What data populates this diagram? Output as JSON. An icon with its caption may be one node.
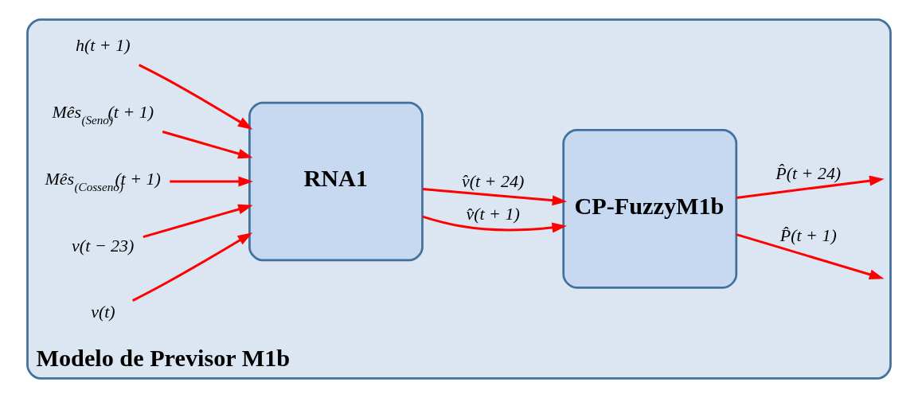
{
  "diagram": {
    "nodes": [
      {
        "text": [
          "Modelo de Previsor M1b"
        ]
      },
      {
        "text": [
          "h(t + 1)"
        ],
        "in": 0
      },
      {
        "text": [
          "Mês$_{(Seno)}$(t + 1)"
        ],
        "in": 0
      },
      {
        "text": [
          "Mês$_{(Cosseno)}$(t + 1)"
        ],
        "in": 0
      },
      {
        "text": [
          "v(t − 23)"
        ],
        "in": 0
      },
      {
        "text": [
          "v(t)"
        ],
        "in": 0
      },
      {
        "text": [
          "RNA1"
        ],
        "in": 0
      },
      {
        "text": [
          "CP-FuzzyM1b"
        ],
        "in": 0
      }
    ],
    "edges": [
      {
        "from": 1,
        "to": 6,
        "arrow": "to"
      },
      {
        "from": 2,
        "to": 6,
        "arrow": "to"
      },
      {
        "from": 3,
        "to": 6,
        "arrow": "to"
      },
      {
        "from": 4,
        "to": 6,
        "arrow": "to"
      },
      {
        "from": 5,
        "to": 6,
        "arrow": "to"
      },
      {
        "from": 6,
        "to": 7,
        "arrow": "to",
        "label": "v̂(t + 1)"
      },
      {
        "from": 6,
        "to": 7,
        "arrow": "to",
        "label": "v̂(t + 24)"
      },
      {
        "from": 7,
        "to": null,
        "arrow": "to",
        "label": "P̂(t + 1)"
      },
      {
        "from": 7,
        "to": null,
        "arrow": "to",
        "label": "P̂(t + 24)"
      }
    ]
  }
}
